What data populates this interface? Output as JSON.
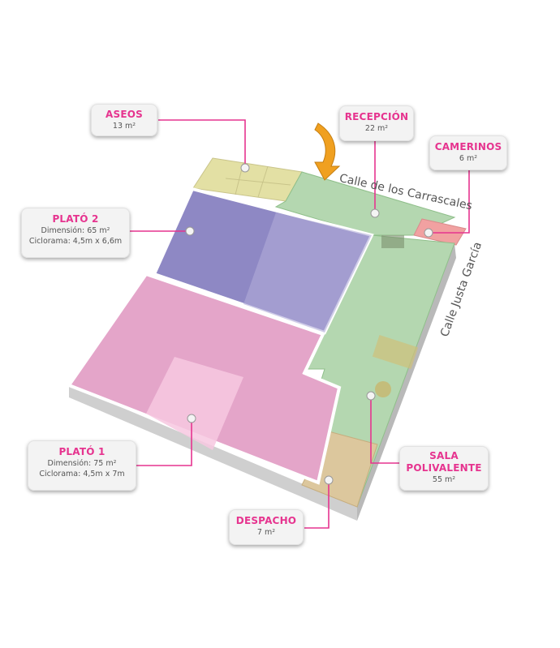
{
  "streets": {
    "north": "Calle de los Carrascales",
    "east": "Calle Justa García"
  },
  "colors": {
    "callout_line": "#e6348f",
    "plato2": "#8e88c4",
    "plato1": "#e4a5c9",
    "green_rooms": "#b4d7b0",
    "aseos": "#e3e0a4",
    "camerinos": "#f1a1a1",
    "despacho": "#dcc79d"
  },
  "rooms": {
    "aseos": {
      "title": "ASEOS",
      "area": "13 m²"
    },
    "recepcion": {
      "title": "RECEPCIÓN",
      "area": "22 m²"
    },
    "camerinos": {
      "title": "CAMERINOS",
      "area": "6 m²"
    },
    "plato2": {
      "title": "PLATÓ 2",
      "dimension": "Dimensión: 65 m²",
      "ciclorama": "Ciclorama: 4,5m x 6,6m"
    },
    "plato1": {
      "title": "PLATÓ 1",
      "dimension": "Dimensión: 75 m²",
      "ciclorama": "Ciclorama: 4,5m x 7m"
    },
    "despacho": {
      "title": "DESPACHO",
      "area": "7 m²"
    },
    "polivalente": {
      "title_line1": "SALA",
      "title_line2": "POLIVALENTE",
      "area": "55 m²"
    }
  }
}
